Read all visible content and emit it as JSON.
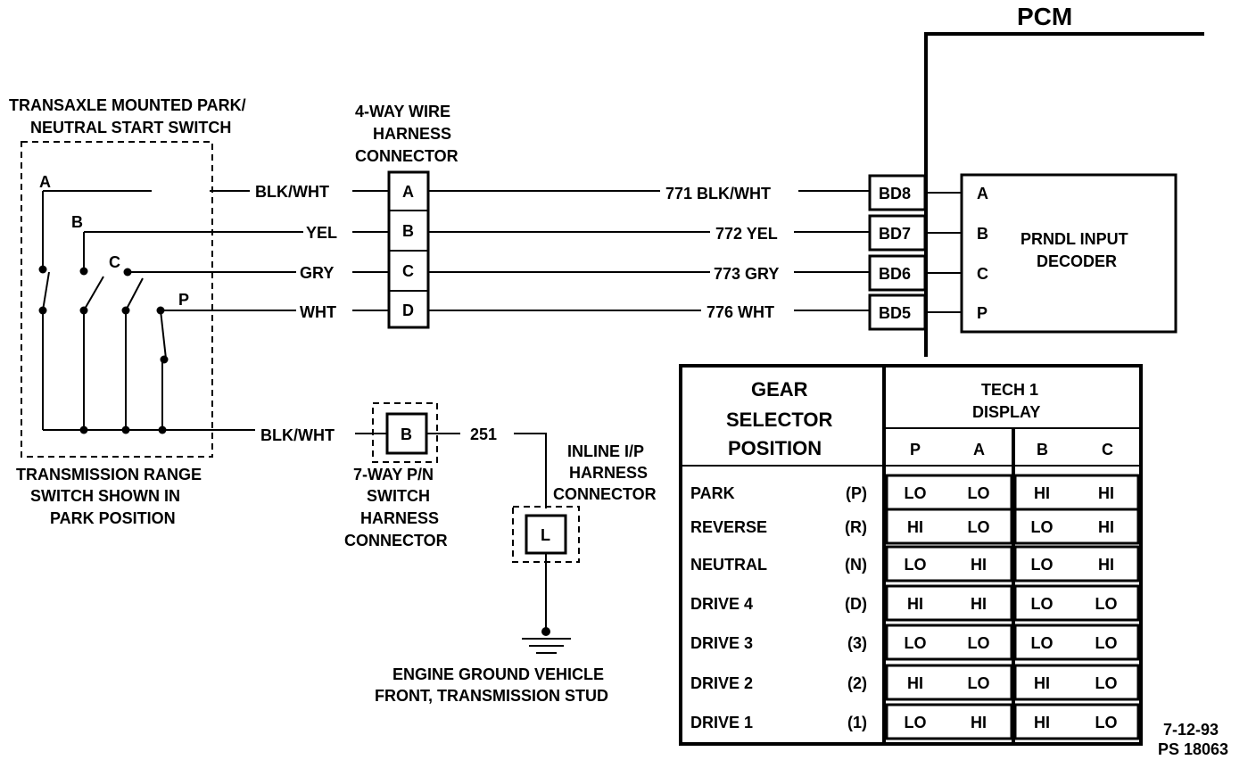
{
  "pcm": {
    "title": "PCM"
  },
  "switch": {
    "title_line1": "TRANSAXLE MOUNTED PARK/",
    "title_line2": "NEUTRAL START SWITCH",
    "terminals": [
      "A",
      "B",
      "C",
      "P"
    ],
    "caption_line1": "TRANSMISSION RANGE",
    "caption_line2": "SWITCH SHOWN IN",
    "caption_line3": "PARK POSITION"
  },
  "connector4": {
    "title_line1": "4-WAY WIRE",
    "title_line2": "HARNESS",
    "title_line3": "CONNECTOR",
    "pins": [
      "A",
      "B",
      "C",
      "D"
    ]
  },
  "wires_left": [
    "BLK/WHT",
    "YEL",
    "GRY",
    "WHT"
  ],
  "wires_right": [
    "771 BLK/WHT",
    "772 YEL",
    "773 GRY",
    "776 WHT"
  ],
  "pcm_pins": [
    "BD8",
    "BD7",
    "BD6",
    "BD5"
  ],
  "decoder": {
    "title_line1": "PRNDL INPUT",
    "title_line2": "DECODER",
    "inputs": [
      "A",
      "B",
      "C",
      "P"
    ]
  },
  "ground_circuit": {
    "wire_label": "BLK/WHT",
    "connector7_pin": "B",
    "connector7_line1": "7-WAY P/N",
    "connector7_line2": "SWITCH",
    "connector7_line3": "HARNESS",
    "connector7_line4": "CONNECTOR",
    "circuit_number": "251",
    "inline_line1": "INLINE I/P",
    "inline_line2": "HARNESS",
    "inline_line3": "CONNECTOR",
    "inline_pin": "L",
    "ground_line1": "ENGINE GROUND VEHICLE",
    "ground_line2": "FRONT, TRANSMISSION STUD"
  },
  "table": {
    "header_line1": "GEAR",
    "header_line2": "SELECTOR",
    "header_line3": "POSITION",
    "display_line1": "TECH 1",
    "display_line2": "DISPLAY",
    "columns": [
      "P",
      "A",
      "B",
      "C"
    ],
    "rows": [
      {
        "name": "PARK",
        "code": "(P)",
        "values": [
          "LO",
          "LO",
          "HI",
          "HI"
        ]
      },
      {
        "name": "REVERSE",
        "code": "(R)",
        "values": [
          "HI",
          "LO",
          "LO",
          "HI"
        ]
      },
      {
        "name": "NEUTRAL",
        "code": "(N)",
        "values": [
          "LO",
          "HI",
          "LO",
          "HI"
        ]
      },
      {
        "name": "DRIVE 4",
        "code": "(D)",
        "values": [
          "HI",
          "HI",
          "LO",
          "LO"
        ]
      },
      {
        "name": "DRIVE 3",
        "code": "(3)",
        "values": [
          "LO",
          "LO",
          "LO",
          "LO"
        ]
      },
      {
        "name": "DRIVE 2",
        "code": "(2)",
        "values": [
          "HI",
          "LO",
          "HI",
          "LO"
        ]
      },
      {
        "name": "DRIVE 1",
        "code": "(1)",
        "values": [
          "LO",
          "HI",
          "HI",
          "LO"
        ]
      }
    ]
  },
  "footer": {
    "date": "7-12-93",
    "ref": "PS 18063"
  }
}
